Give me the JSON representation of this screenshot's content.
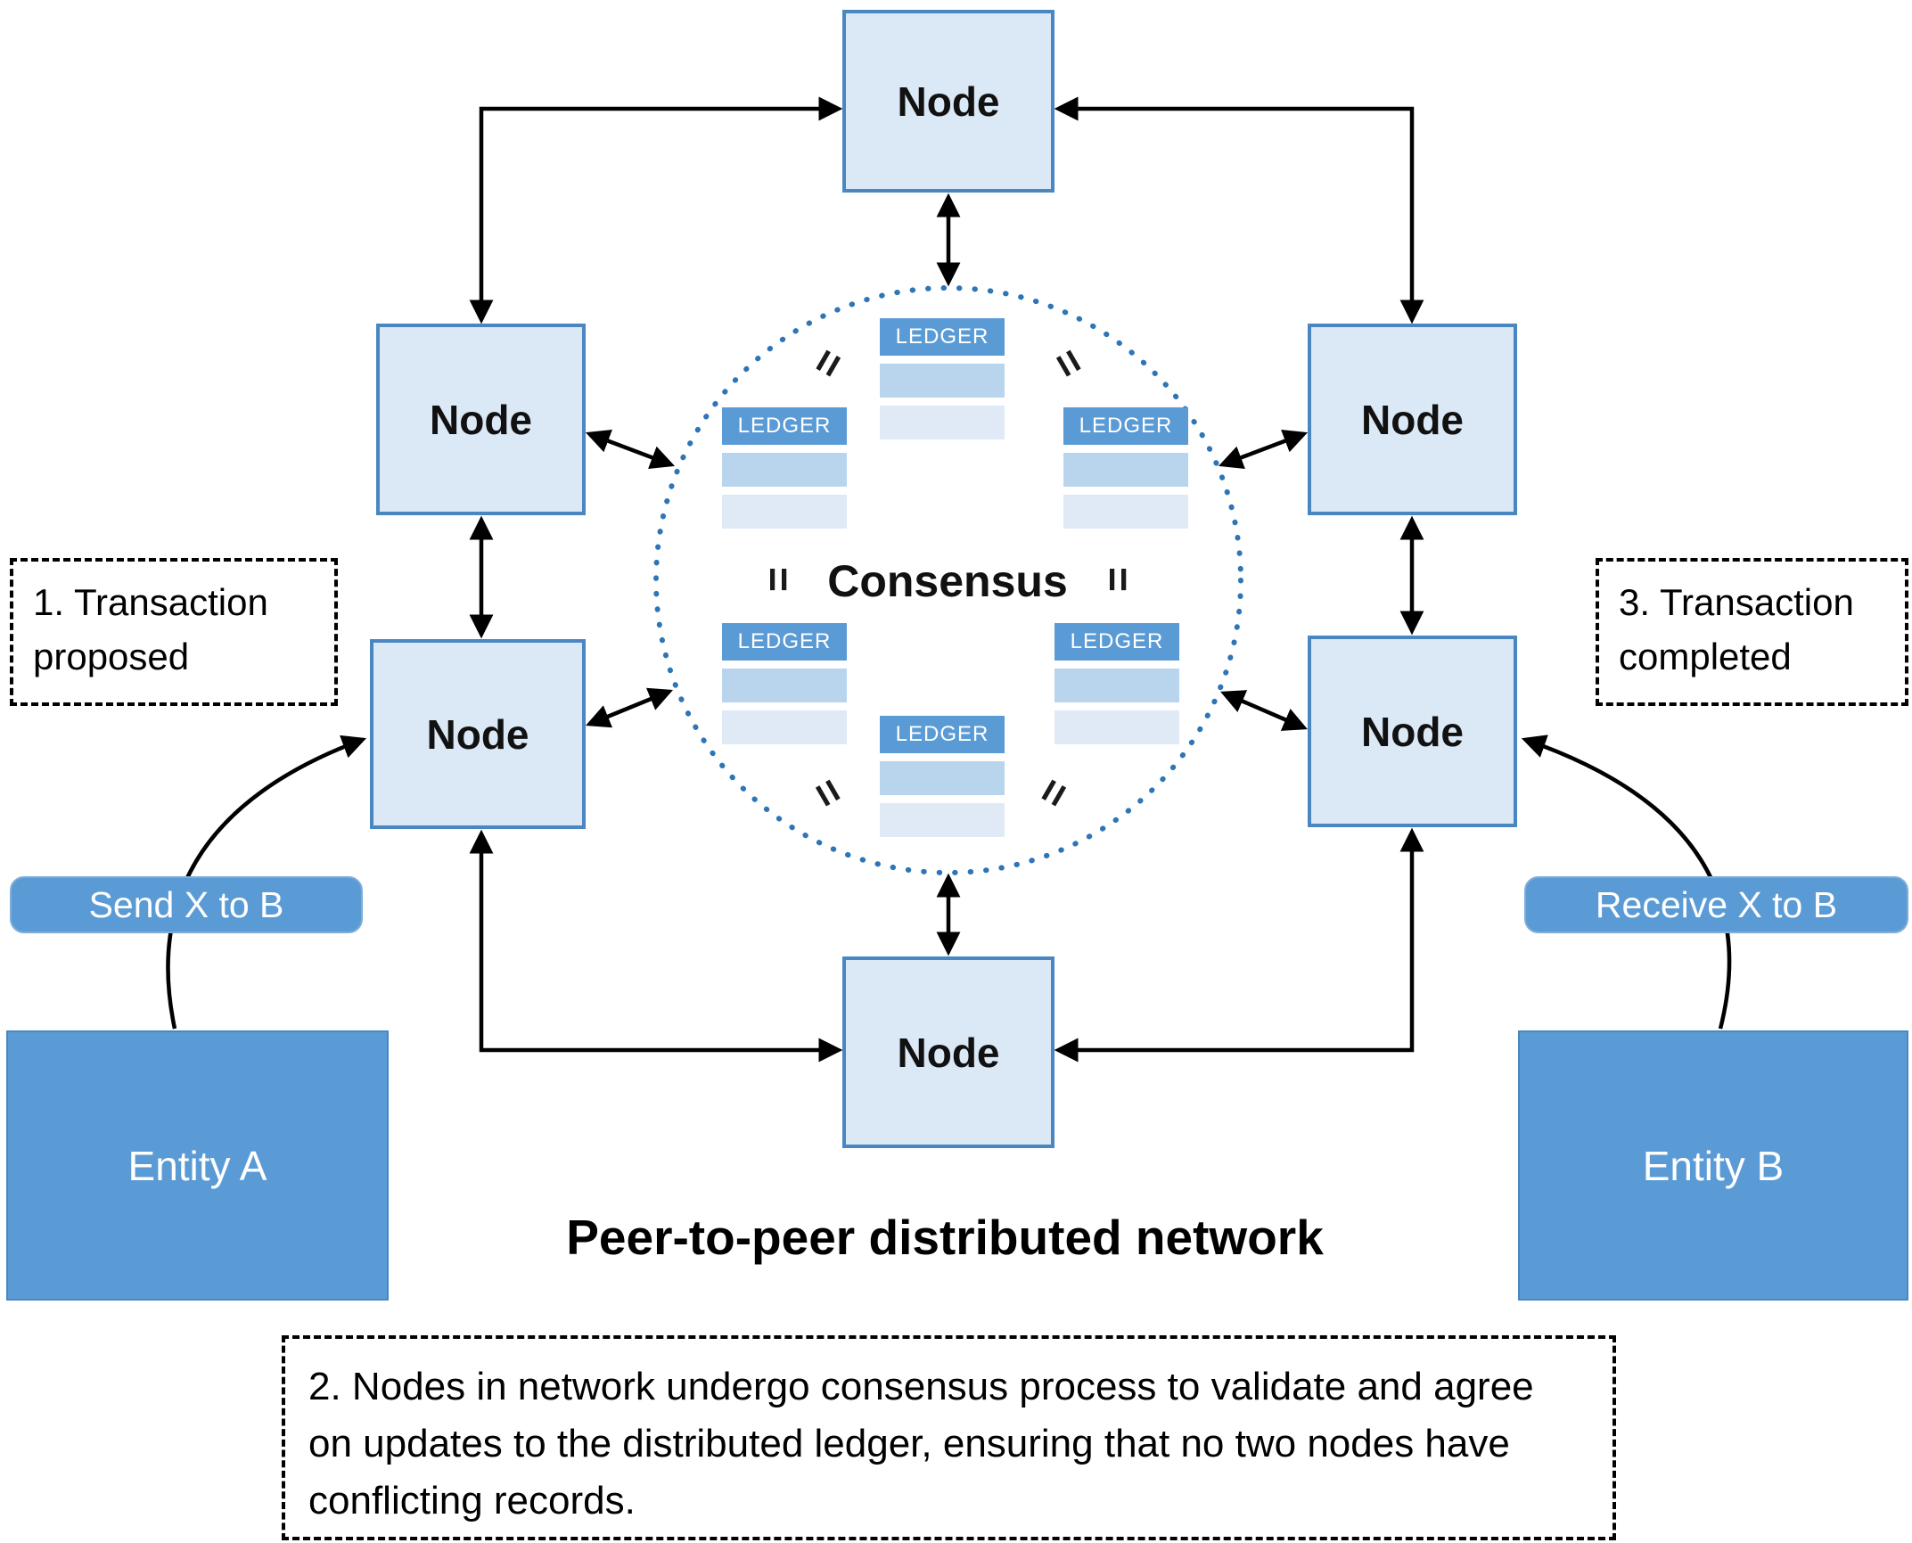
{
  "title": "Peer-to-peer distributed network",
  "node_label": "Node",
  "consensus": {
    "label": "Consensus",
    "ledger_label": "LEDGER",
    "equals_sign": "="
  },
  "callouts": {
    "step1": "1. Transaction proposed",
    "step2": "2. Nodes in network undergo consensus process to validate and agree on updates to the distributed ledger, ensuring that no two nodes have conflicting records.",
    "step3": "3. Transaction completed"
  },
  "transactions": {
    "send_label": "Send X to B",
    "receive_label": "Receive X to B"
  },
  "entities": {
    "entity_a": "Entity A",
    "entity_b": "Entity B"
  },
  "colors": {
    "node_fill": "#dbe8f6",
    "node_border": "#4a87c1",
    "entity_fill": "#5b9bd5",
    "ledger_header_fill": "#5b9bd5",
    "ledger_row_medium": "#b9d5ee",
    "ledger_row_light": "#dfeaf6",
    "consensus_circle_dots": "#2e75b6",
    "arrow_color": "#000000"
  }
}
